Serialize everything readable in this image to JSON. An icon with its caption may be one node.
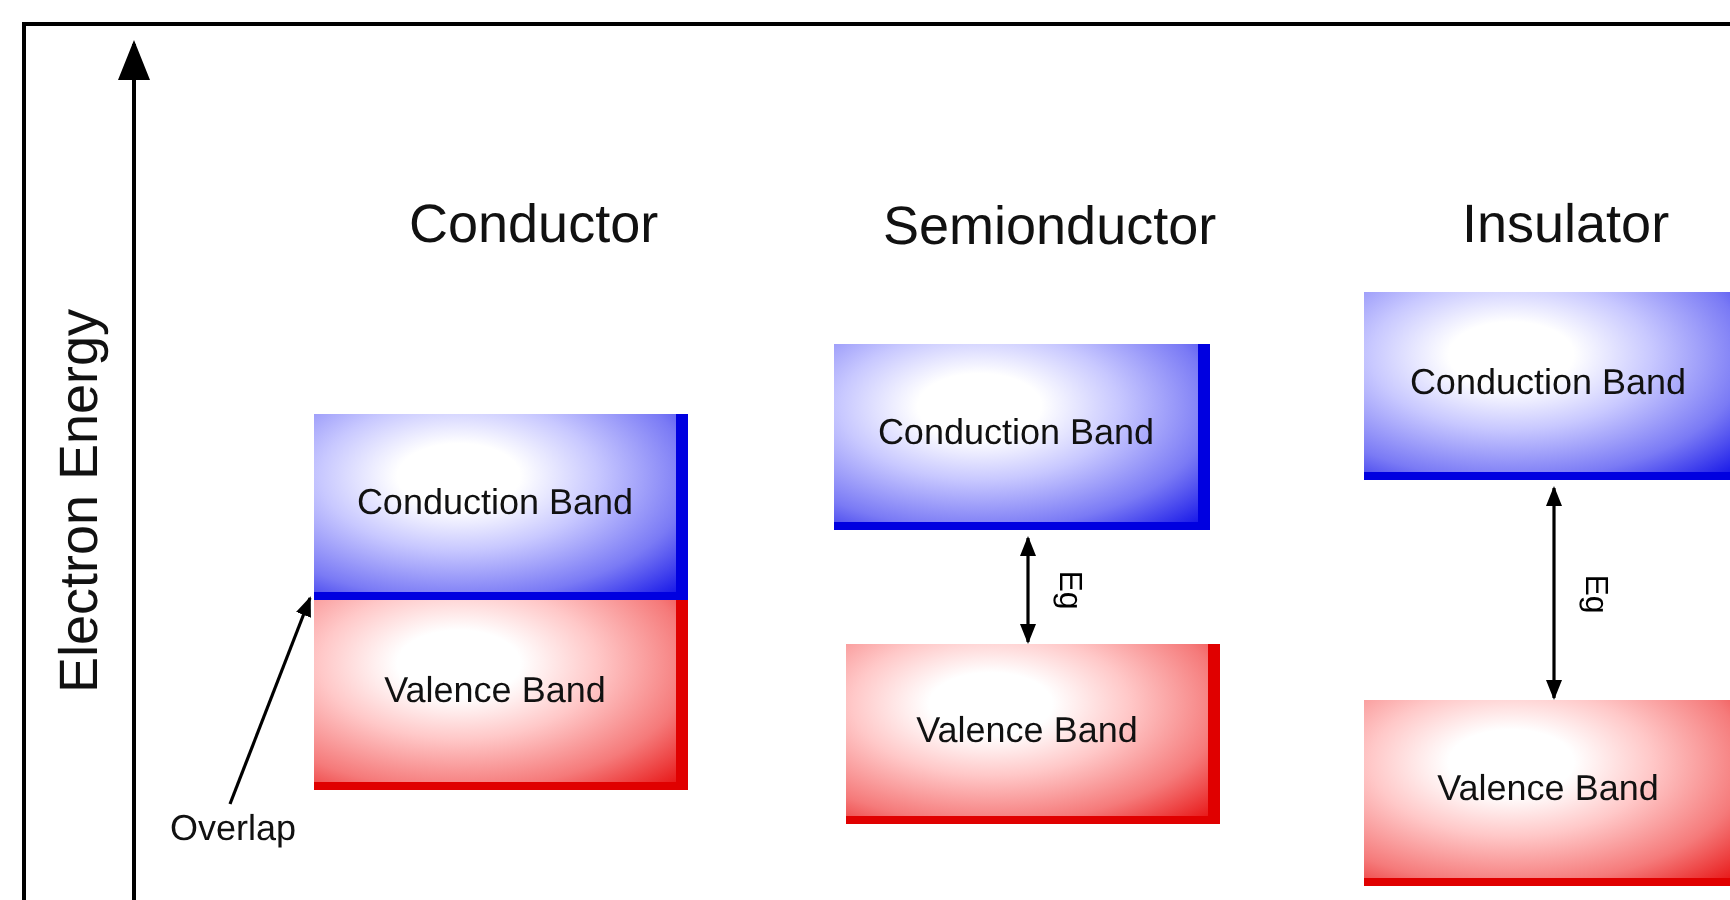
{
  "diagram": {
    "nodes": [
      {
        "text": [
          "Conduction Band"
        ]
      },
      {
        "text": [
          "Valence Band"
        ]
      },
      {
        "text": [
          "Conduction Band"
        ]
      },
      {
        "text": [
          "Valence Band"
        ]
      },
      {
        "text": [
          "Conduction Band"
        ]
      },
      {
        "text": [
          "Valence Band"
        ]
      },
      {
        "text": [
          "Overlap"
        ]
      }
    ],
    "edges": [
      {
        "from": 3,
        "to": 2,
        "arrow": "both",
        "label": "Eg"
      },
      {
        "from": 5,
        "to": 4,
        "arrow": "both",
        "label": "Eg"
      },
      {
        "from": 6,
        "to": 0,
        "arrow": "to"
      }
    ],
    "labels": [
      "Electron Energy",
      "Conductor",
      "Semionductor",
      "Insulator"
    ]
  }
}
